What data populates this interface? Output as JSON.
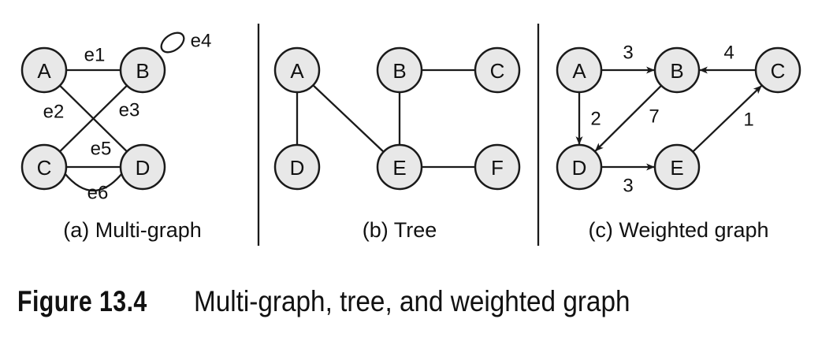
{
  "figure": {
    "number": "Figure 13.4",
    "title": "Multi-graph, tree, and weighted graph"
  },
  "panels": {
    "multigraph": {
      "caption": "(a) Multi-graph",
      "nodes": [
        "A",
        "B",
        "C",
        "D"
      ],
      "edges": [
        {
          "id": "e1",
          "from": "A",
          "to": "B"
        },
        {
          "id": "e2",
          "from": "B",
          "to": "C"
        },
        {
          "id": "e3",
          "from": "A",
          "to": "D"
        },
        {
          "id": "e4",
          "from": "B",
          "to": "B"
        },
        {
          "id": "e5",
          "from": "C",
          "to": "D"
        },
        {
          "id": "e6",
          "from": "C",
          "to": "D"
        }
      ]
    },
    "tree": {
      "caption": "(b) Tree",
      "nodes": [
        "A",
        "B",
        "C",
        "D",
        "E",
        "F"
      ],
      "edges": [
        {
          "from": "A",
          "to": "D"
        },
        {
          "from": "A",
          "to": "E"
        },
        {
          "from": "B",
          "to": "C"
        },
        {
          "from": "B",
          "to": "E"
        },
        {
          "from": "E",
          "to": "F"
        }
      ]
    },
    "weighted": {
      "caption": "(c) Weighted graph",
      "nodes": [
        "A",
        "B",
        "C",
        "D",
        "E"
      ],
      "edges": [
        {
          "from": "A",
          "to": "B",
          "weight": "3"
        },
        {
          "from": "C",
          "to": "B",
          "weight": "4"
        },
        {
          "from": "A",
          "to": "D",
          "weight": "2"
        },
        {
          "from": "B",
          "to": "D",
          "weight": "7"
        },
        {
          "from": "E",
          "to": "C",
          "weight": "1"
        },
        {
          "from": "D",
          "to": "E",
          "weight": "3"
        }
      ]
    }
  }
}
